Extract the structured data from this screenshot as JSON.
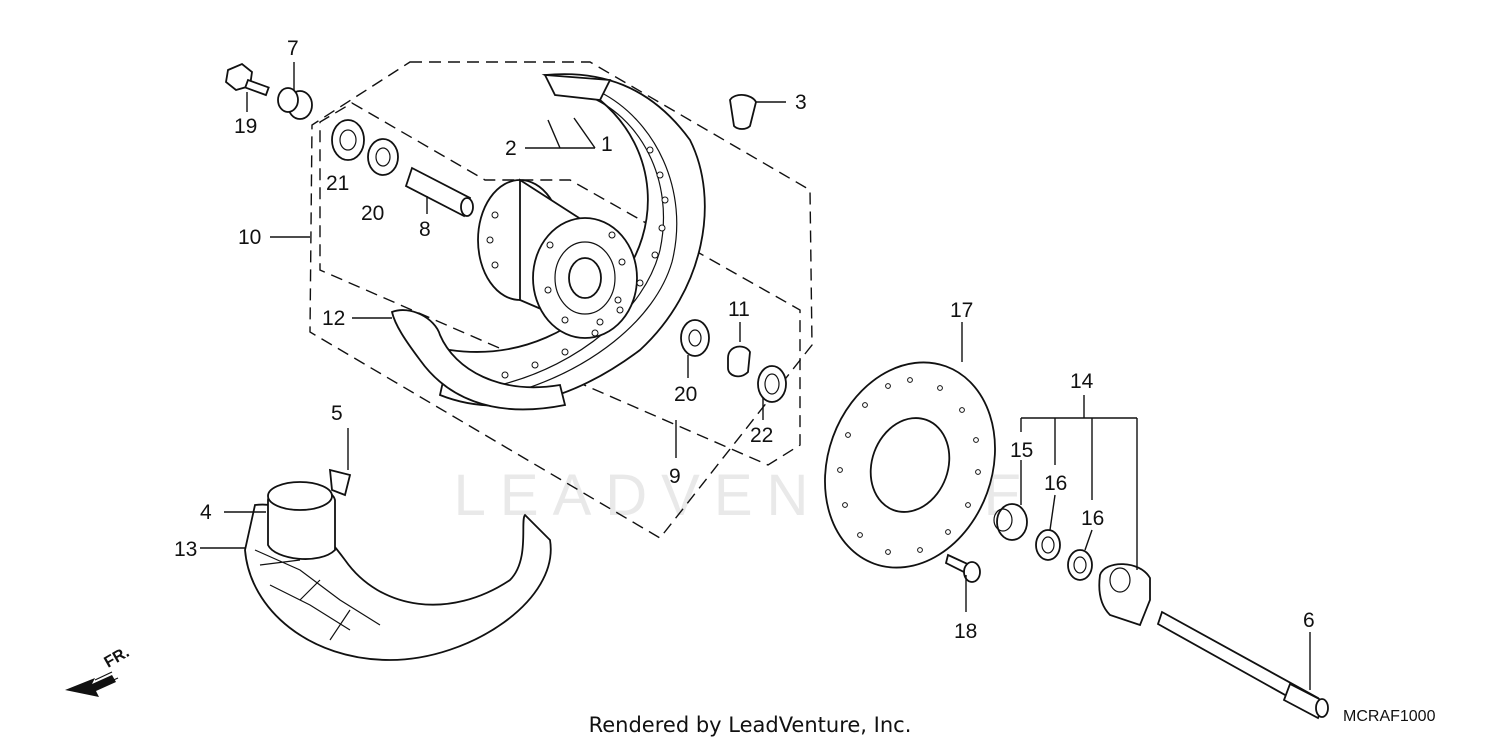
{
  "diagram": {
    "part_labels": [
      "1",
      "2",
      "3",
      "4",
      "5",
      "6",
      "7",
      "8",
      "9",
      "10",
      "11",
      "12",
      "13",
      "14",
      "15",
      "16",
      "16",
      "17",
      "18",
      "19",
      "20",
      "20",
      "21",
      "22"
    ],
    "direction_label": "FR.",
    "watermark": "LEADVENTURE",
    "footer_credit": "Rendered by LeadVenture, Inc.",
    "diagram_code": "MCRAF1000"
  }
}
